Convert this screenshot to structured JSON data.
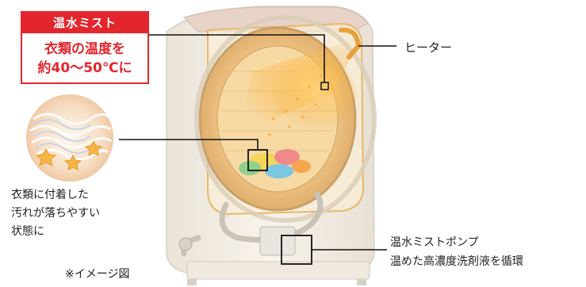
{
  "callout": {
    "title": "温水ミスト",
    "line1": "衣類の温度を",
    "line2": "約40～50℃に"
  },
  "left_text": {
    "line1": "衣類に付着した",
    "line2": "汚れが落ちやすい",
    "line3": "状態に"
  },
  "note": "※イメージ図",
  "heater_label": "ヒーター",
  "pump_label": {
    "line1": "温水ミストポンプ",
    "line2": "温めた高濃度洗剤液を循環"
  },
  "colors": {
    "accent_red": "#e3262d",
    "mist_orange": "#f5a623",
    "machine_body": "#f4efe6"
  }
}
